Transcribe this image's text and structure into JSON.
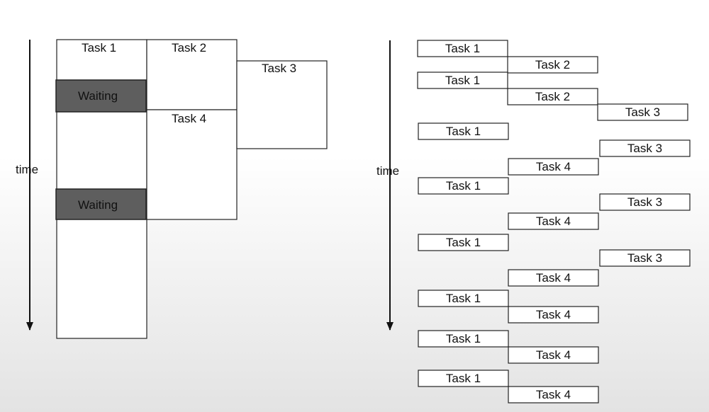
{
  "left_diagram": {
    "time_label": "time",
    "task1_label": "Task 1",
    "task2_label": "Task 2",
    "task3_label": "Task 3",
    "task4_label": "Task 4",
    "waiting_label": "Waiting",
    "colors": {
      "waiting_fill": "#5e5e5e",
      "box_stroke": "#222222"
    }
  },
  "right_diagram": {
    "time_label": "time",
    "rows": [
      {
        "label": "Task 1",
        "column": 0
      },
      {
        "label": "Task 2",
        "column": 1
      },
      {
        "label": "Task 1",
        "column": 0
      },
      {
        "label": "Task 2",
        "column": 1
      },
      {
        "label": "Task 3",
        "column": 2
      },
      {
        "label": "Task 1",
        "column": 0
      },
      {
        "label": "Task 3",
        "column": 2
      },
      {
        "label": "Task 4",
        "column": 1
      },
      {
        "label": "Task 1",
        "column": 0
      },
      {
        "label": "Task 3",
        "column": 2
      },
      {
        "label": "Task 4",
        "column": 1
      },
      {
        "label": "Task 1",
        "column": 0
      },
      {
        "label": "Task 3",
        "column": 2
      },
      {
        "label": "Task 4",
        "column": 1
      },
      {
        "label": "Task 1",
        "column": 0
      },
      {
        "label": "Task 4",
        "column": 1
      },
      {
        "label": "Task 1",
        "column": 0
      },
      {
        "label": "Task 4",
        "column": 1
      },
      {
        "label": "Task 1",
        "column": 0
      },
      {
        "label": "Task 4",
        "column": 1
      }
    ]
  }
}
